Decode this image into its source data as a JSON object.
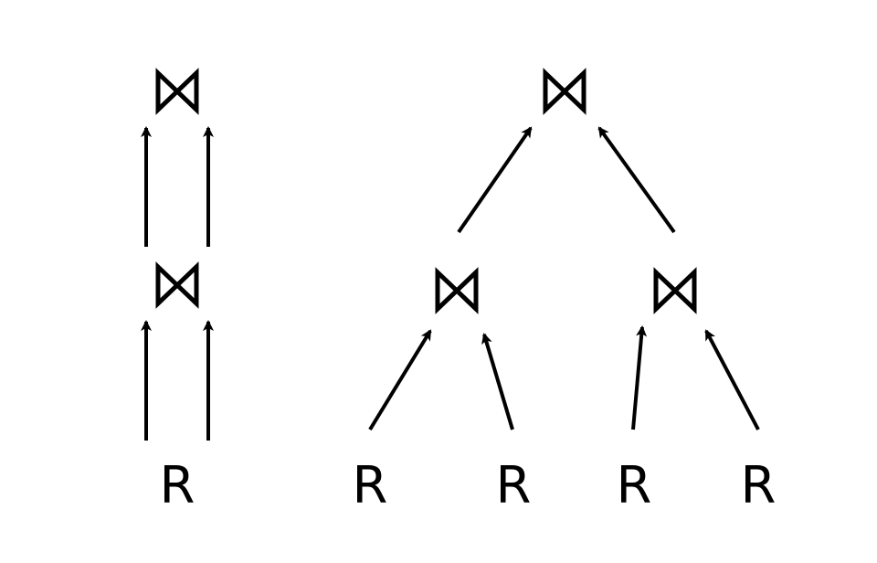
{
  "colors": {
    "background": "#ffffff",
    "ink": "#000000"
  },
  "left_tree": {
    "leaf_label": "R",
    "join_symbol_icon": "bowtie-join-icon"
  },
  "right_tree": {
    "leaf_labels": [
      "R",
      "R",
      "R",
      "R"
    ],
    "join_symbol_icon": "bowtie-join-icon"
  }
}
